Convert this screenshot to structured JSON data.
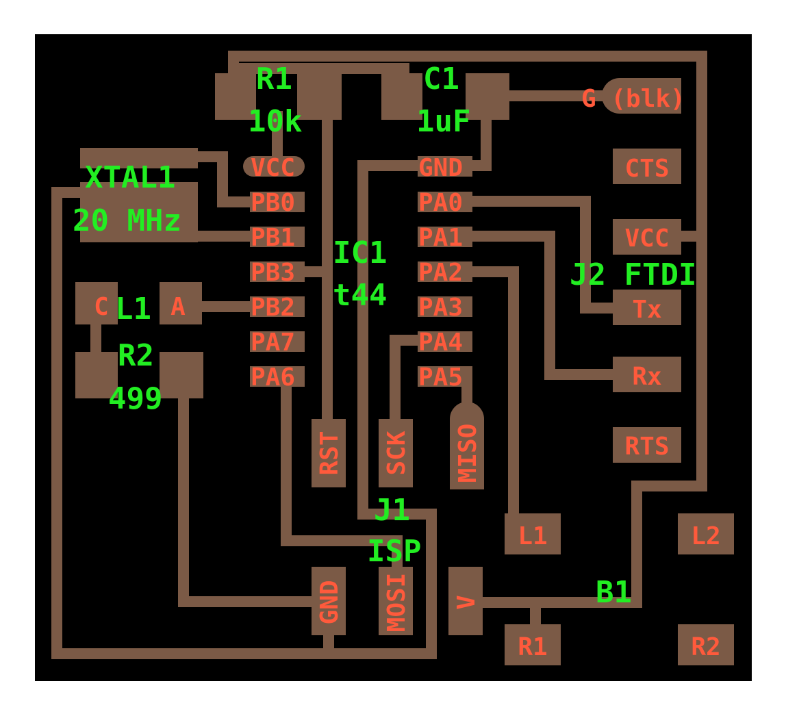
{
  "colors": {
    "background": "#000000",
    "copper": "#7b5a46",
    "pad_label": "#ff5a3c",
    "silkscreen": "#22ee22",
    "page": "#ffffff"
  },
  "components": {
    "r1": {
      "ref": "R1",
      "value": "10k"
    },
    "c1": {
      "ref": "C1",
      "value": "1uF"
    },
    "xtal1": {
      "ref": "XTAL1",
      "value": "20 MHz"
    },
    "ic1": {
      "ref": "IC1",
      "value": "t44"
    },
    "l1": {
      "ref": "L1",
      "pad_c": "C",
      "pad_a": "A"
    },
    "r2": {
      "ref": "R2",
      "value": "499"
    },
    "j1": {
      "ref": "J1",
      "value": "ISP"
    },
    "j2": {
      "ref": "J2 FTDI"
    },
    "b1": {
      "ref": "B1"
    }
  },
  "ic_pins": {
    "left": [
      "VCC",
      "PB0",
      "PB1",
      "PB3",
      "PB2",
      "PA7",
      "PA6"
    ],
    "right": [
      "GND",
      "PA0",
      "PA1",
      "PA2",
      "PA3",
      "PA4",
      "PA5"
    ]
  },
  "ftdi_pins": [
    "G (blk)",
    "CTS",
    "VCC",
    "Tx",
    "Rx",
    "RTS"
  ],
  "isp_pins": [
    "RST",
    "SCK",
    "MISO",
    "GND",
    "MOSI"
  ],
  "misc_pads": {
    "v": "V",
    "l1": "L1",
    "l2": "L2",
    "r1": "R1",
    "r2": "R2"
  }
}
